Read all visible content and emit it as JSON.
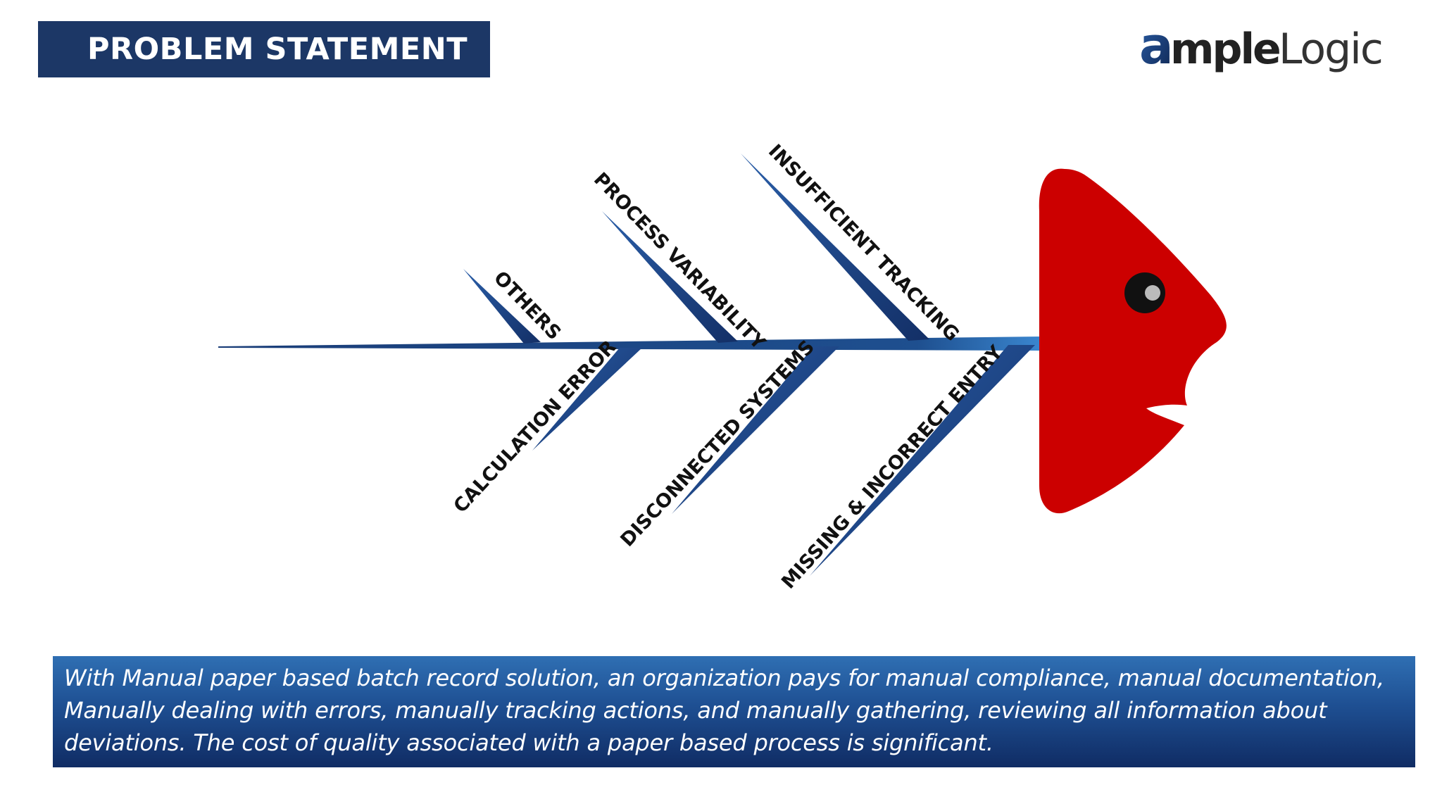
{
  "title": "PROBLEM STATEMENT",
  "logo": {
    "icon_letter": "a",
    "text_bold": "mple",
    "text_light": "Logic"
  },
  "diagram": {
    "causes_top": [
      "OTHERS",
      "PROCESS VARIABILITY",
      "INSUFFICIENT TRACKING"
    ],
    "causes_bottom": [
      "CALCULATION ERROR",
      "DISCONNECTED SYSTEMS",
      "MISSING & INCORRECT ENTRY"
    ],
    "colors": {
      "bone": "#1e4f8f",
      "head": "#cc0000",
      "eye": "#111111",
      "eye_highlight": "#bbbbbb"
    }
  },
  "statement": {
    "lines": [
      "With Manual paper based batch record solution, an organization pays for manual compliance, manual documentation,",
      "Manually dealing with errors, manually tracking actions, and manually gathering, reviewing all information about",
      "deviations. The cost of quality associated with a paper based process is significant."
    ]
  }
}
